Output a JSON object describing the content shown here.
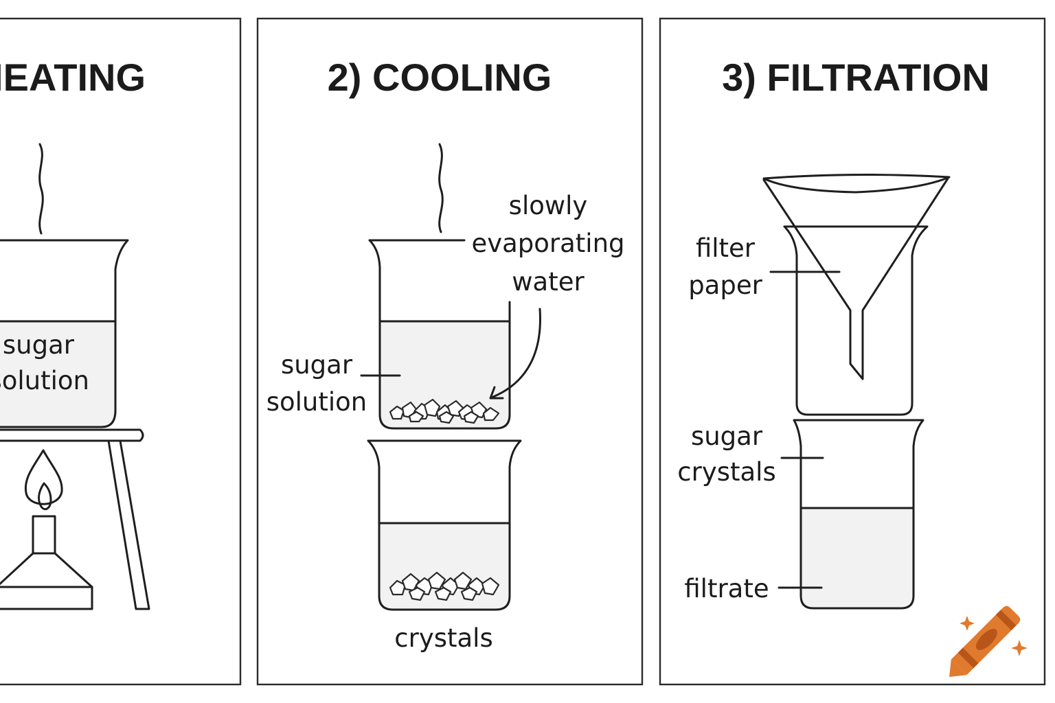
{
  "panels": [
    {
      "title": "HEATING",
      "labels": {
        "solution_line1": "sugar",
        "solution_line2": "solution"
      }
    },
    {
      "title": "2) COOLING",
      "labels": {
        "evap_line1": "slowly",
        "evap_line2": "evaporating",
        "evap_line3": "water",
        "solution_line1": "sugar",
        "solution_line2": "solution",
        "crystals": "crystals"
      }
    },
    {
      "title": "3) FILTRATION",
      "labels": {
        "filter_line1": "filter",
        "filter_line2": "paper",
        "crystals_line1": "sugar",
        "crystals_line2": "crystals",
        "filtrate": "filtrate"
      }
    }
  ],
  "colors": {
    "liquid": "#f2f2f2",
    "logo_body": "#e07a2e",
    "logo_band": "#b8561a",
    "logo_spark": "#e07a2e"
  },
  "logo": {
    "icon": "crayon-icon"
  }
}
